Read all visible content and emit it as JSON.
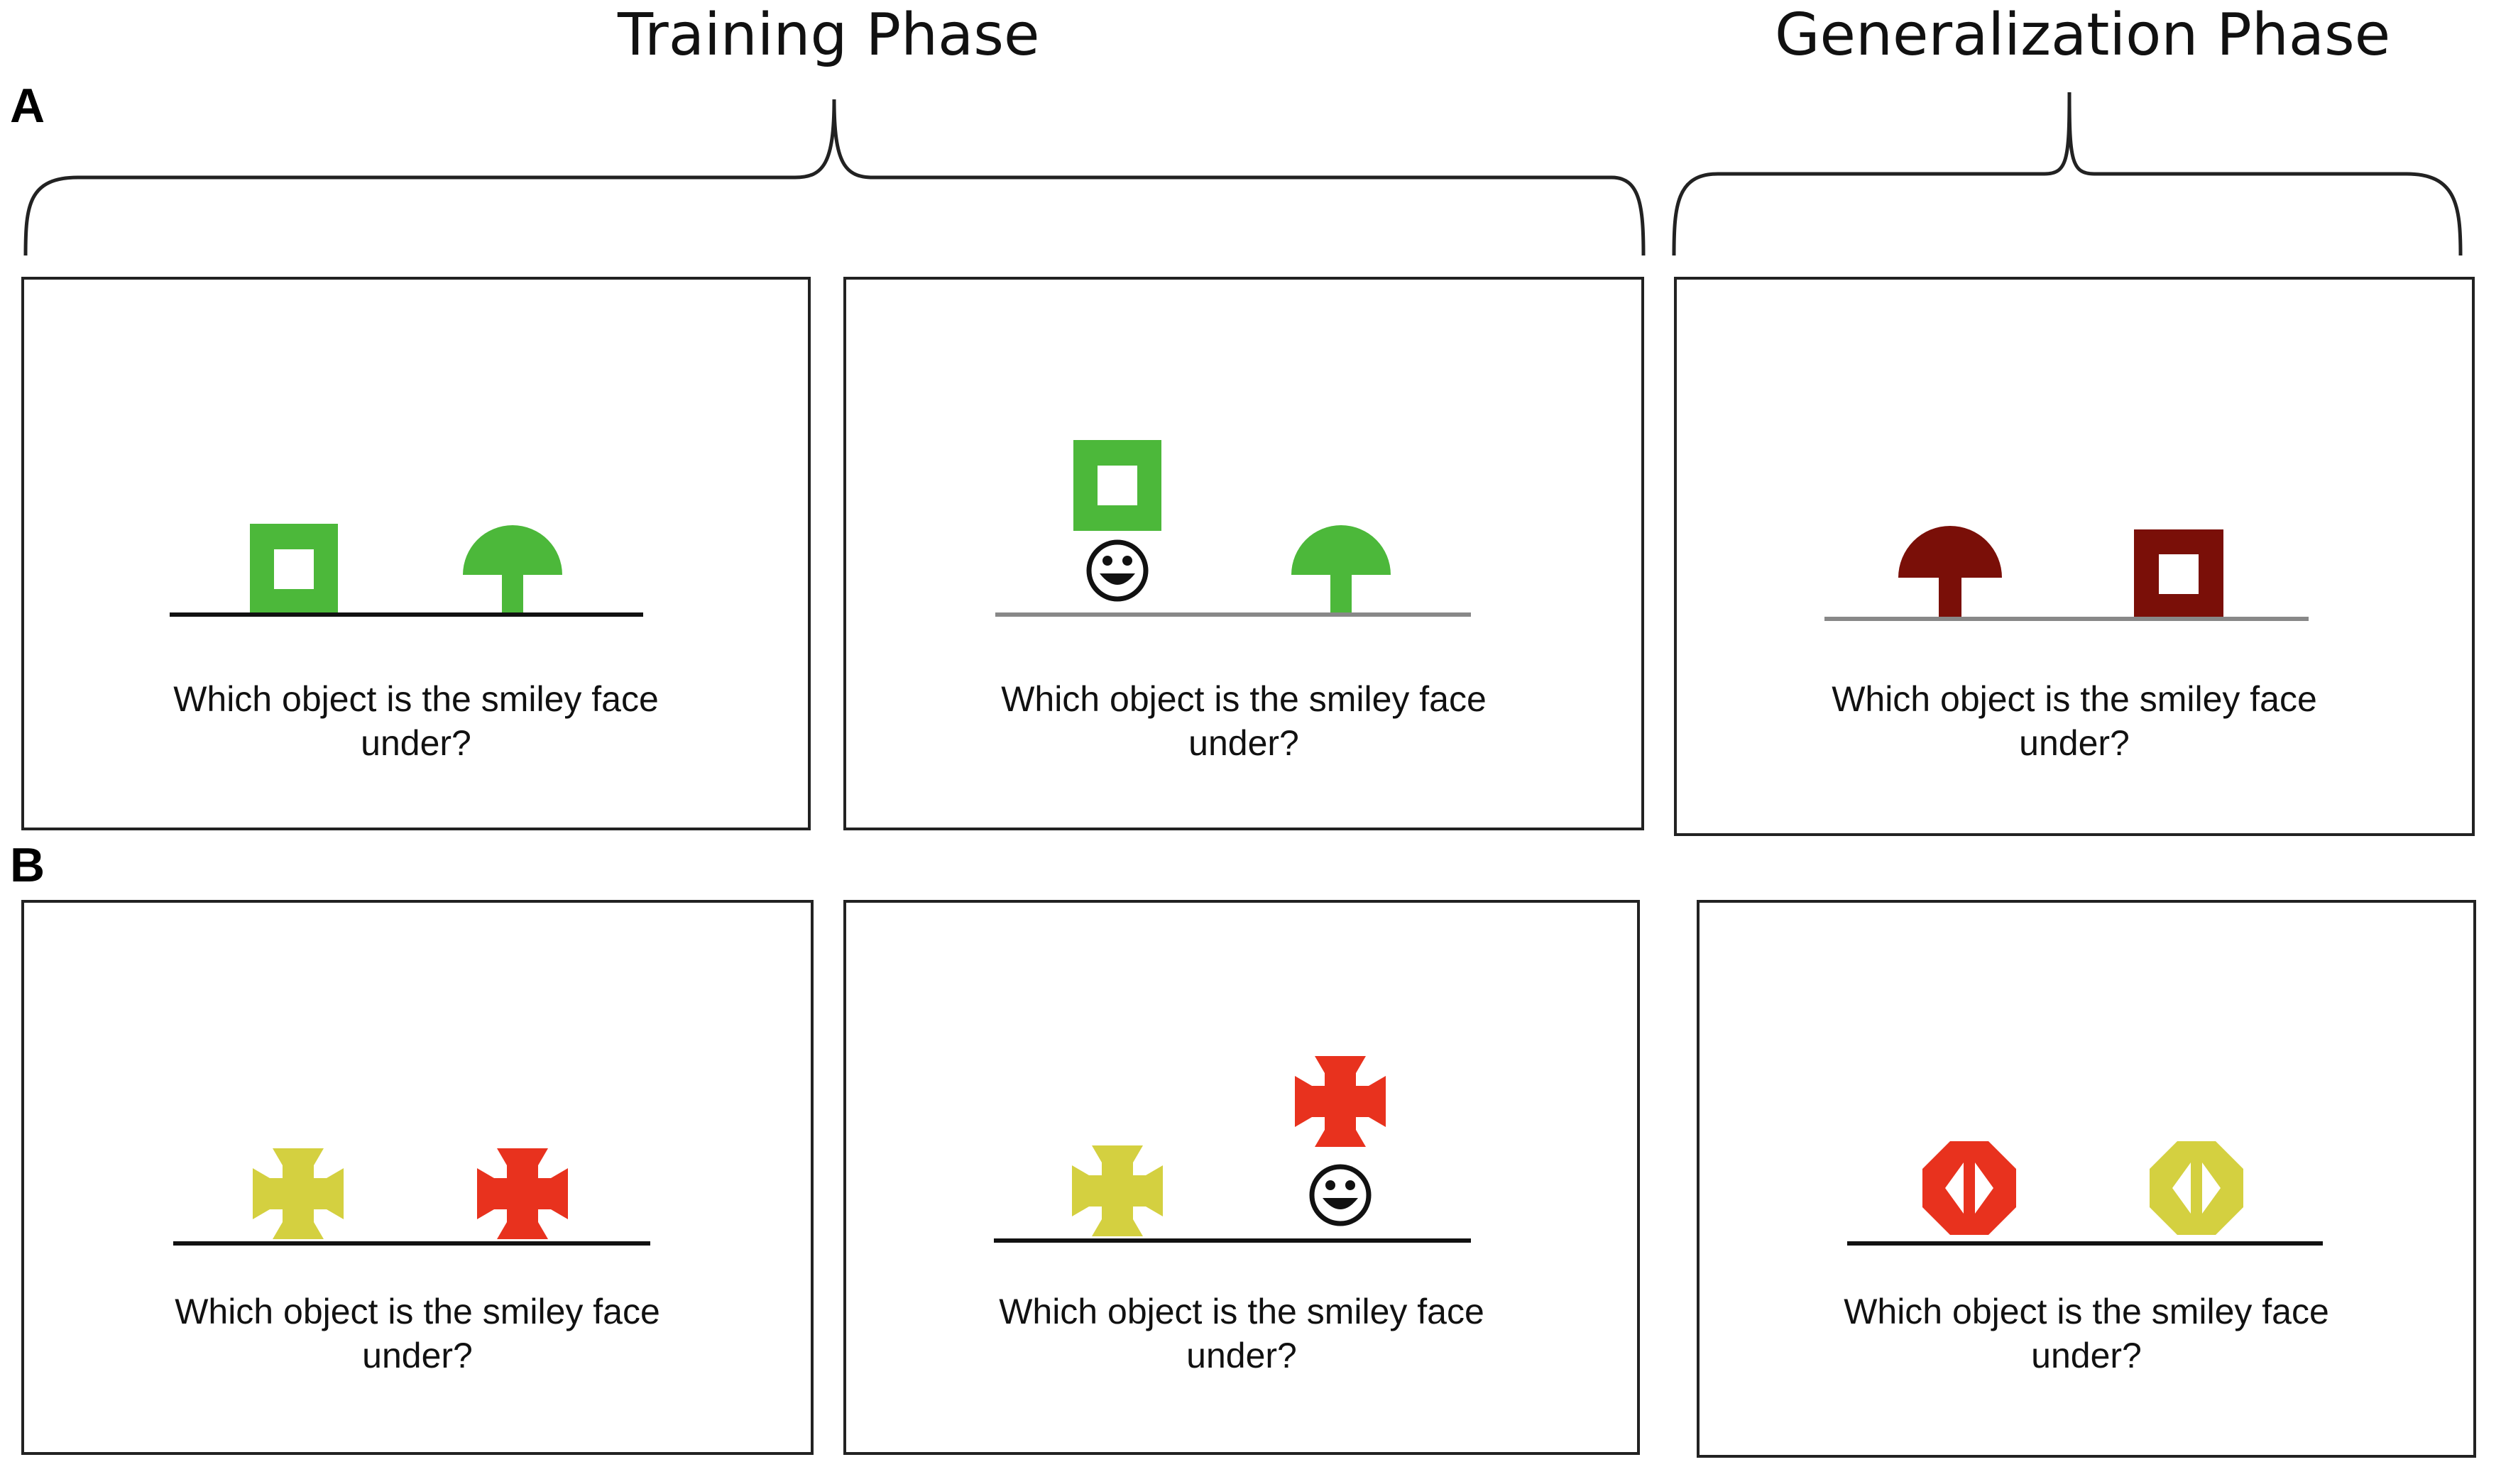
{
  "headers": {
    "training": "Training Phase",
    "generalization": "Generalization Phase"
  },
  "rows": {
    "a": "A",
    "b": "B"
  },
  "question": {
    "line1": "Which object is the smiley face",
    "line2": "under?"
  },
  "colors": {
    "green": "#4cb83a",
    "dark_red": "#7a0f08",
    "yellow": "#d4d040",
    "red": "#e8321e"
  },
  "panels": [
    {
      "row": "A",
      "column": "training-1",
      "objects": [
        "square-ring",
        "mushroom"
      ],
      "color": "green",
      "smiley": null
    },
    {
      "row": "A",
      "column": "training-2",
      "objects": [
        "square-ring",
        "mushroom"
      ],
      "color": "green",
      "smiley": "under square-ring"
    },
    {
      "row": "A",
      "column": "generalization",
      "objects": [
        "mushroom",
        "square-ring"
      ],
      "color": "dark_red",
      "smiley": null
    },
    {
      "row": "B",
      "column": "training-1",
      "objects": [
        "cross-arrows",
        "cross-arrows"
      ],
      "colors": [
        "yellow",
        "red"
      ],
      "smiley": null
    },
    {
      "row": "B",
      "column": "training-2",
      "objects": [
        "cross-arrows",
        "cross-arrows"
      ],
      "colors": [
        "yellow",
        "red"
      ],
      "smiley": "under red cross-arrows"
    },
    {
      "row": "B",
      "column": "generalization",
      "objects": [
        "octagon-arrows",
        "octagon-arrows"
      ],
      "colors": [
        "red",
        "yellow"
      ],
      "smiley": null
    }
  ]
}
